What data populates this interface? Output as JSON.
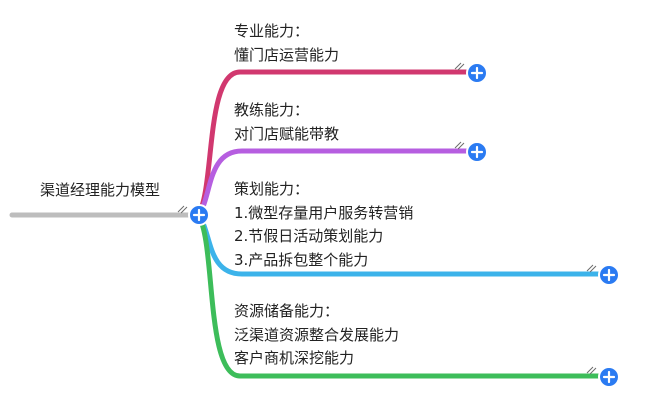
{
  "root": {
    "label": "渠道经理能力模型"
  },
  "branches": [
    {
      "title": "专业能力：",
      "lines": [
        "懂门店运营能力"
      ],
      "color": "#d1386f"
    },
    {
      "title": "教练能力：",
      "lines": [
        "对门店赋能带教"
      ],
      "color": "#b65ee0"
    },
    {
      "title": "策划能力：",
      "lines": [
        "1.微型存量用户服务转营销",
        "2.节假日活动策划能力",
        "3.产品拆包整个能力"
      ],
      "color": "#3cb3ea"
    },
    {
      "title": "资源储备能力：",
      "lines": [
        "泛渠道资源整合发展能力",
        "客户商机深挖能力"
      ],
      "color": "#3dbd5a"
    }
  ],
  "colors": {
    "root_line": "#bdbdbd",
    "expand_button": "#2b7bf2"
  },
  "icons": {
    "expand": "plus-circle-icon",
    "note": "double-slash-icon"
  }
}
